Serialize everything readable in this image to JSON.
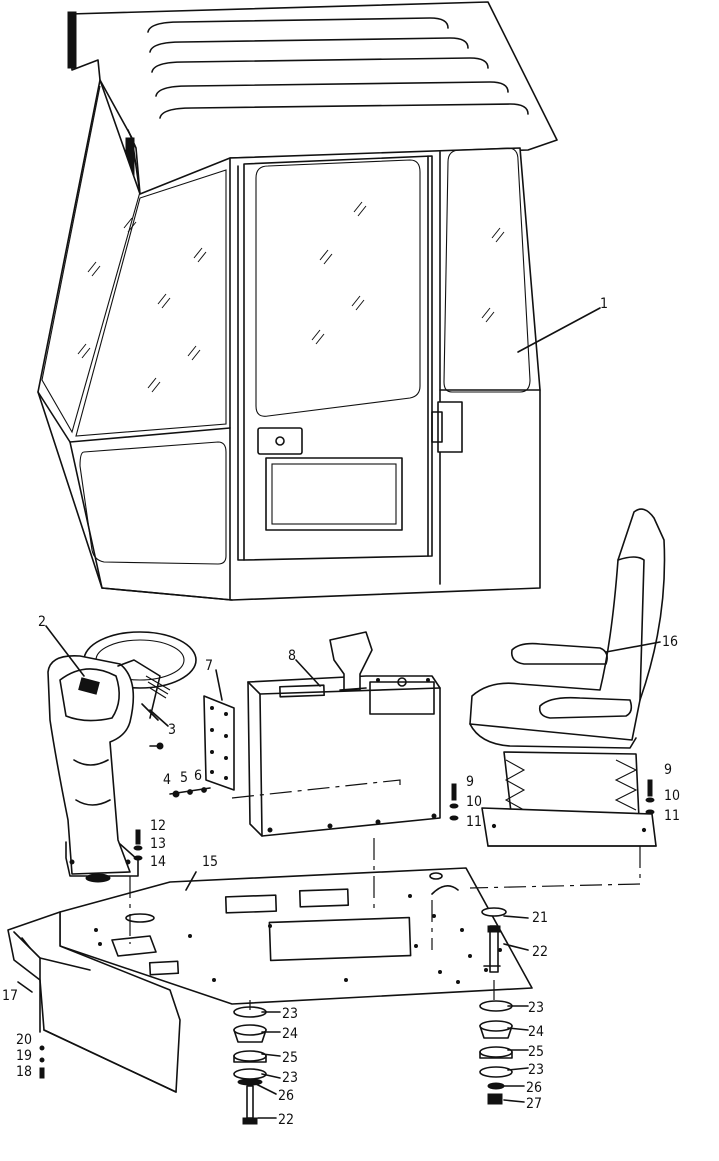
{
  "callouts": [
    {
      "n": "1"
    },
    {
      "n": "2"
    },
    {
      "n": "3"
    },
    {
      "n": "4"
    },
    {
      "n": "5"
    },
    {
      "n": "6"
    },
    {
      "n": "7"
    },
    {
      "n": "8"
    },
    {
      "n": "9"
    },
    {
      "n": "10"
    },
    {
      "n": "11"
    },
    {
      "n": "12"
    },
    {
      "n": "13"
    },
    {
      "n": "14"
    },
    {
      "n": "15"
    },
    {
      "n": "16"
    },
    {
      "n": "17"
    },
    {
      "n": "18"
    },
    {
      "n": "19"
    },
    {
      "n": "20"
    },
    {
      "n": "21"
    },
    {
      "n": "22"
    },
    {
      "n": "23"
    },
    {
      "n": "24"
    },
    {
      "n": "25"
    },
    {
      "n": "26"
    },
    {
      "n": "27"
    }
  ],
  "right_seat_labels": {
    "n9": "9",
    "n10": "10",
    "n11": "11"
  },
  "left_mount_labels": {
    "n22": "22",
    "n23a": "23",
    "n23b": "23",
    "n24": "24",
    "n25": "25",
    "n26": "26"
  },
  "right_mount_labels": {
    "n23a": "23",
    "n23b": "23",
    "n24": "24",
    "n25": "25",
    "n26": "26",
    "n27": "27"
  }
}
